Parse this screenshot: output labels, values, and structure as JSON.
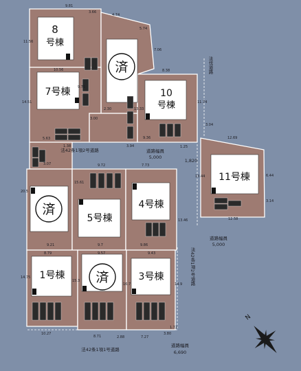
{
  "lots": [
    {
      "id": "lot8",
      "line1": "8",
      "line2": "号棟"
    },
    {
      "id": "lot7",
      "text": "7号棟"
    },
    {
      "id": "lot10",
      "line1": "10",
      "line2": "号棟"
    },
    {
      "id": "lot11",
      "text": "11号棟"
    },
    {
      "id": "lot5",
      "text": "5号棟"
    },
    {
      "id": "lot4",
      "text": "4号棟"
    },
    {
      "id": "lot1",
      "text": "1号棟"
    },
    {
      "id": "lot3",
      "text": "3号棟"
    }
  ],
  "sold_mark": "済",
  "roads": {
    "road_a": "法42条1項2号道路",
    "road_a_width": "道路幅員",
    "road_a_width_value": "5,000",
    "road_right_width": "道路幅員",
    "road_right_width_value": "5,000",
    "road_right_vertical": "法42条1項2号道路",
    "road_bottom": "法42条1項1号道路",
    "road_bottom_width": "道路幅員",
    "road_bottom_width_value": "6,690",
    "top_right_vertical": "法伐道路",
    "side_1820": "1,820"
  },
  "compass": {
    "north": "N",
    "color": "#1a1a1a"
  },
  "colors": {
    "background": "#7f8fa8",
    "lot": "#9e7b72",
    "house": "#ffffff",
    "car": "#2a2a2a",
    "outline": "#ffffff"
  },
  "dims": {
    "d1": "9.81",
    "d2": "3.66",
    "d3": "4.74",
    "d4": "5.74",
    "d5": "11.56",
    "d6": "7.06",
    "d7": "10.56",
    "d8": "9.76",
    "d9": "8.38",
    "d10": "11.74",
    "d11": "14.51",
    "d12": "2.30",
    "d13": "3.00",
    "d14": "13.33",
    "d15": "3.94",
    "d16": "5.63",
    "d17": "9.36",
    "d18": "1.38",
    "d19": "3.07",
    "d20": "9.72",
    "d21": "7.73",
    "d22": "1.25",
    "d23": "3.04",
    "d24": "12.69",
    "d25": "6.44",
    "d26": "13.44",
    "d27": "15.61",
    "d28": "20.5",
    "d29": "13.46",
    "d30": "3.14",
    "d31": "12.58",
    "d32": "9.21",
    "d33": "9.7",
    "d34": "9.86",
    "d35": "8.79",
    "d36": "9.57",
    "d37": "9.43",
    "d38": "14.75",
    "d39": "15.3",
    "d40": "16.7",
    "d41": "14.9",
    "d42": "10.27",
    "d43": "8.71",
    "d44": "2.88",
    "d45": "7.27",
    "d46": "3.80",
    "d47": "1.72"
  }
}
